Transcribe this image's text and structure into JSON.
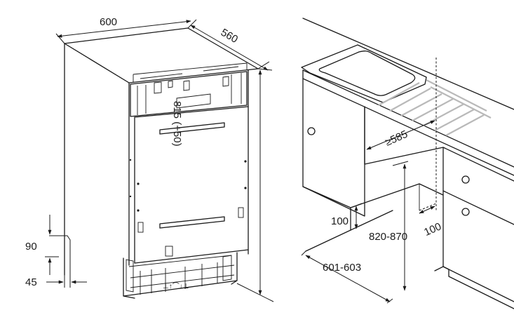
{
  "left_view": {
    "dim_width": "600",
    "dim_depth": "560",
    "dim_height": "815 (+50)",
    "dim_foot_height": "90",
    "dim_foot_depth": "45"
  },
  "right_view": {
    "dim_cabinet_width": "≥585",
    "dim_plinth_height": "100",
    "dim_plinth_depth": "100",
    "dim_niche_height": "820-870",
    "dim_niche_depth": "601-603"
  }
}
